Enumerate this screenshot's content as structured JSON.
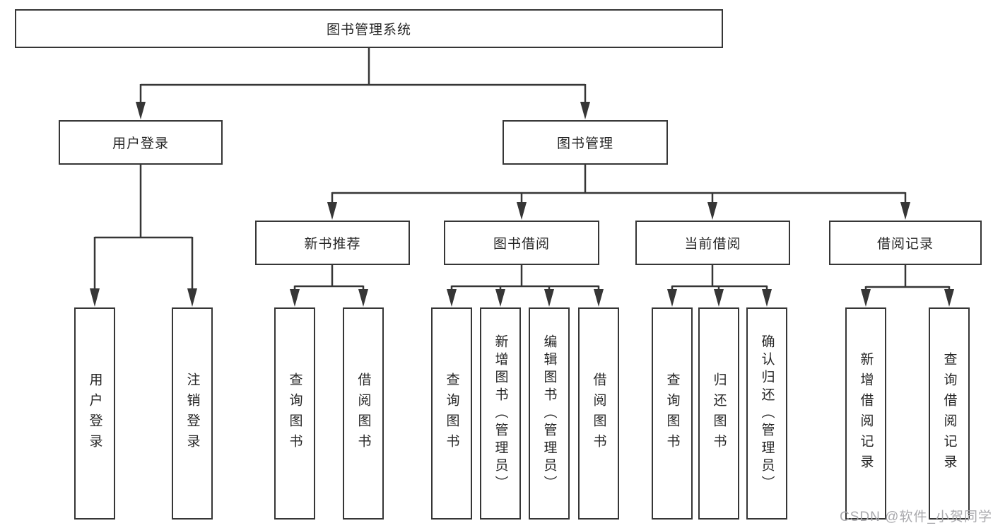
{
  "diagram_type": "hierarchy-function-structure",
  "colors": {
    "line": "#363636",
    "box_border": "#363636",
    "box_fill": "#ffffff",
    "text": "#262626",
    "background": "#ffffff",
    "watermark": "#a9a9ad"
  },
  "nodes": {
    "root": "图书管理系统",
    "l2_user_login": "用户登录",
    "l2_book_mgmt": "图书管理",
    "l3_new_book_rec": "新书推荐",
    "l3_book_borrow": "图书借阅",
    "l3_current_borrow": "当前借阅",
    "l3_borrow_record": "借阅记录",
    "leaf_user_login": "用户登录",
    "leaf_logout": "注销登录",
    "leaf_query_book_a": "查询图书",
    "leaf_borrow_book_a": "借阅图书",
    "leaf_query_book_b": "查询图书",
    "leaf_add_book": "新增图书（管理员）",
    "leaf_edit_book": "编辑图书（管理员）",
    "leaf_borrow_book_b": "借阅图书",
    "leaf_query_book_c": "查询图书",
    "leaf_return_book": "归还图书",
    "leaf_confirm_return": "确认归还（管理员）",
    "leaf_add_borrow_record": "新增借阅记录",
    "leaf_query_borrow_record": "查询借阅记录"
  },
  "structure": {
    "root": [
      "l2_user_login",
      "l2_book_mgmt"
    ],
    "l2_user_login": [
      "leaf_user_login",
      "leaf_logout"
    ],
    "l2_book_mgmt": [
      "l3_new_book_rec",
      "l3_book_borrow",
      "l3_current_borrow",
      "l3_borrow_record"
    ],
    "l3_new_book_rec": [
      "leaf_query_book_a",
      "leaf_borrow_book_a"
    ],
    "l3_book_borrow": [
      "leaf_query_book_b",
      "leaf_add_book",
      "leaf_edit_book",
      "leaf_borrow_book_b"
    ],
    "l3_current_borrow": [
      "leaf_query_book_c",
      "leaf_return_book",
      "leaf_confirm_return"
    ],
    "l3_borrow_record": [
      "leaf_add_borrow_record",
      "leaf_query_borrow_record"
    ]
  },
  "watermark": {
    "text": "CSDN @软件_小贺同学"
  }
}
